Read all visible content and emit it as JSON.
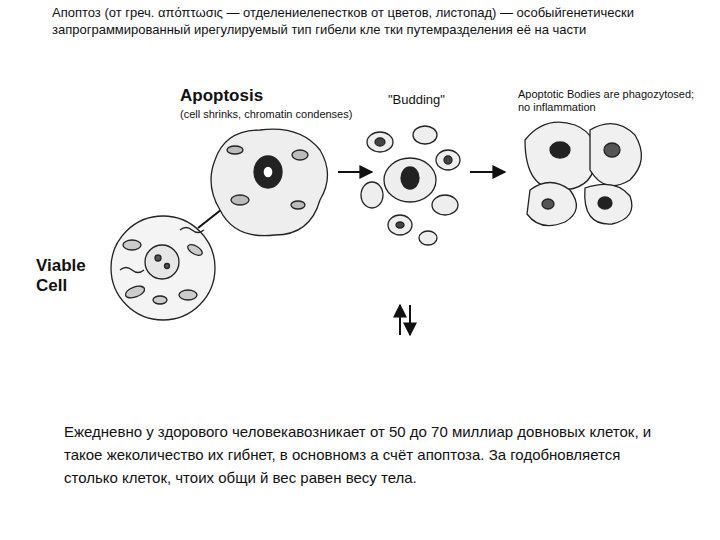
{
  "diagram": {
    "title": "Апоптоз (от греч. απόπτωσις — отделениелепестков от цветов, листопад) — особыйгенетически запрограммированный ирегулируемый тип гибели кле тки путемразделения её на части",
    "caption": "Ежедневно у здорового человекавозникает от 50 до 70 миллиар довновых клеток, и такое жеколичество их гибнет, в основномз а счёт апоптоза. За годобновляется столько клеток, чтоих общи й вес равен весу тела.",
    "labels": [
      "Apoptosis",
      "(cell shrinks, chromatin condenses)",
      "\"Budding\"",
      "Apoptotic Bodies are phagozytosed; no inflammation",
      "Viable Cell"
    ]
  }
}
